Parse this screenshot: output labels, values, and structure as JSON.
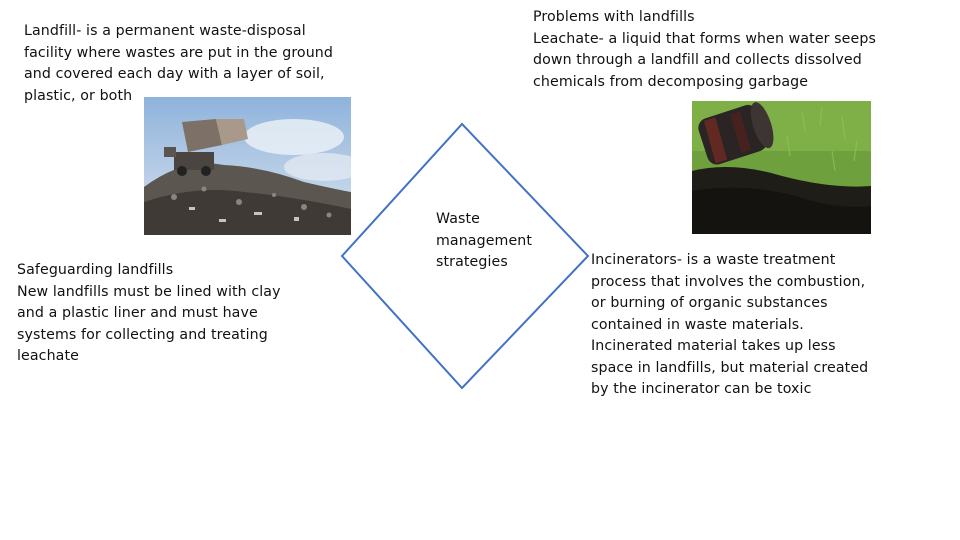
{
  "landfill": {
    "lines": [
      "Landfill- is a permanent waste-disposal",
      "facility where wastes are put in the ground",
      "and covered each day with a layer of soil,",
      "plastic, or both"
    ]
  },
  "problems": {
    "lines": [
      "Problems with landfills",
      "Leachate- a liquid that forms when water seeps",
      "down through a landfill and collects dissolved",
      "chemicals from decomposing garbage"
    ]
  },
  "safeguard": {
    "lines": [
      "Safeguarding landfills",
      "New landfills must be lined with clay",
      "and a plastic liner and must have",
      "systems for collecting and treating",
      "leachate"
    ]
  },
  "incinerator": {
    "lines": [
      "Incinerators- is a waste treatment",
      "process that involves the combustion,",
      "or burning of organic substances",
      "contained in waste materials.",
      "Incinerated material takes up less",
      "space in landfills, but material created",
      "by the incinerator can be toxic"
    ]
  },
  "center": {
    "lines": [
      "Waste",
      "management",
      "strategies"
    ]
  },
  "colors": {
    "text": "#111111",
    "diamond_stroke": "#4472c4",
    "background": "#ffffff"
  }
}
